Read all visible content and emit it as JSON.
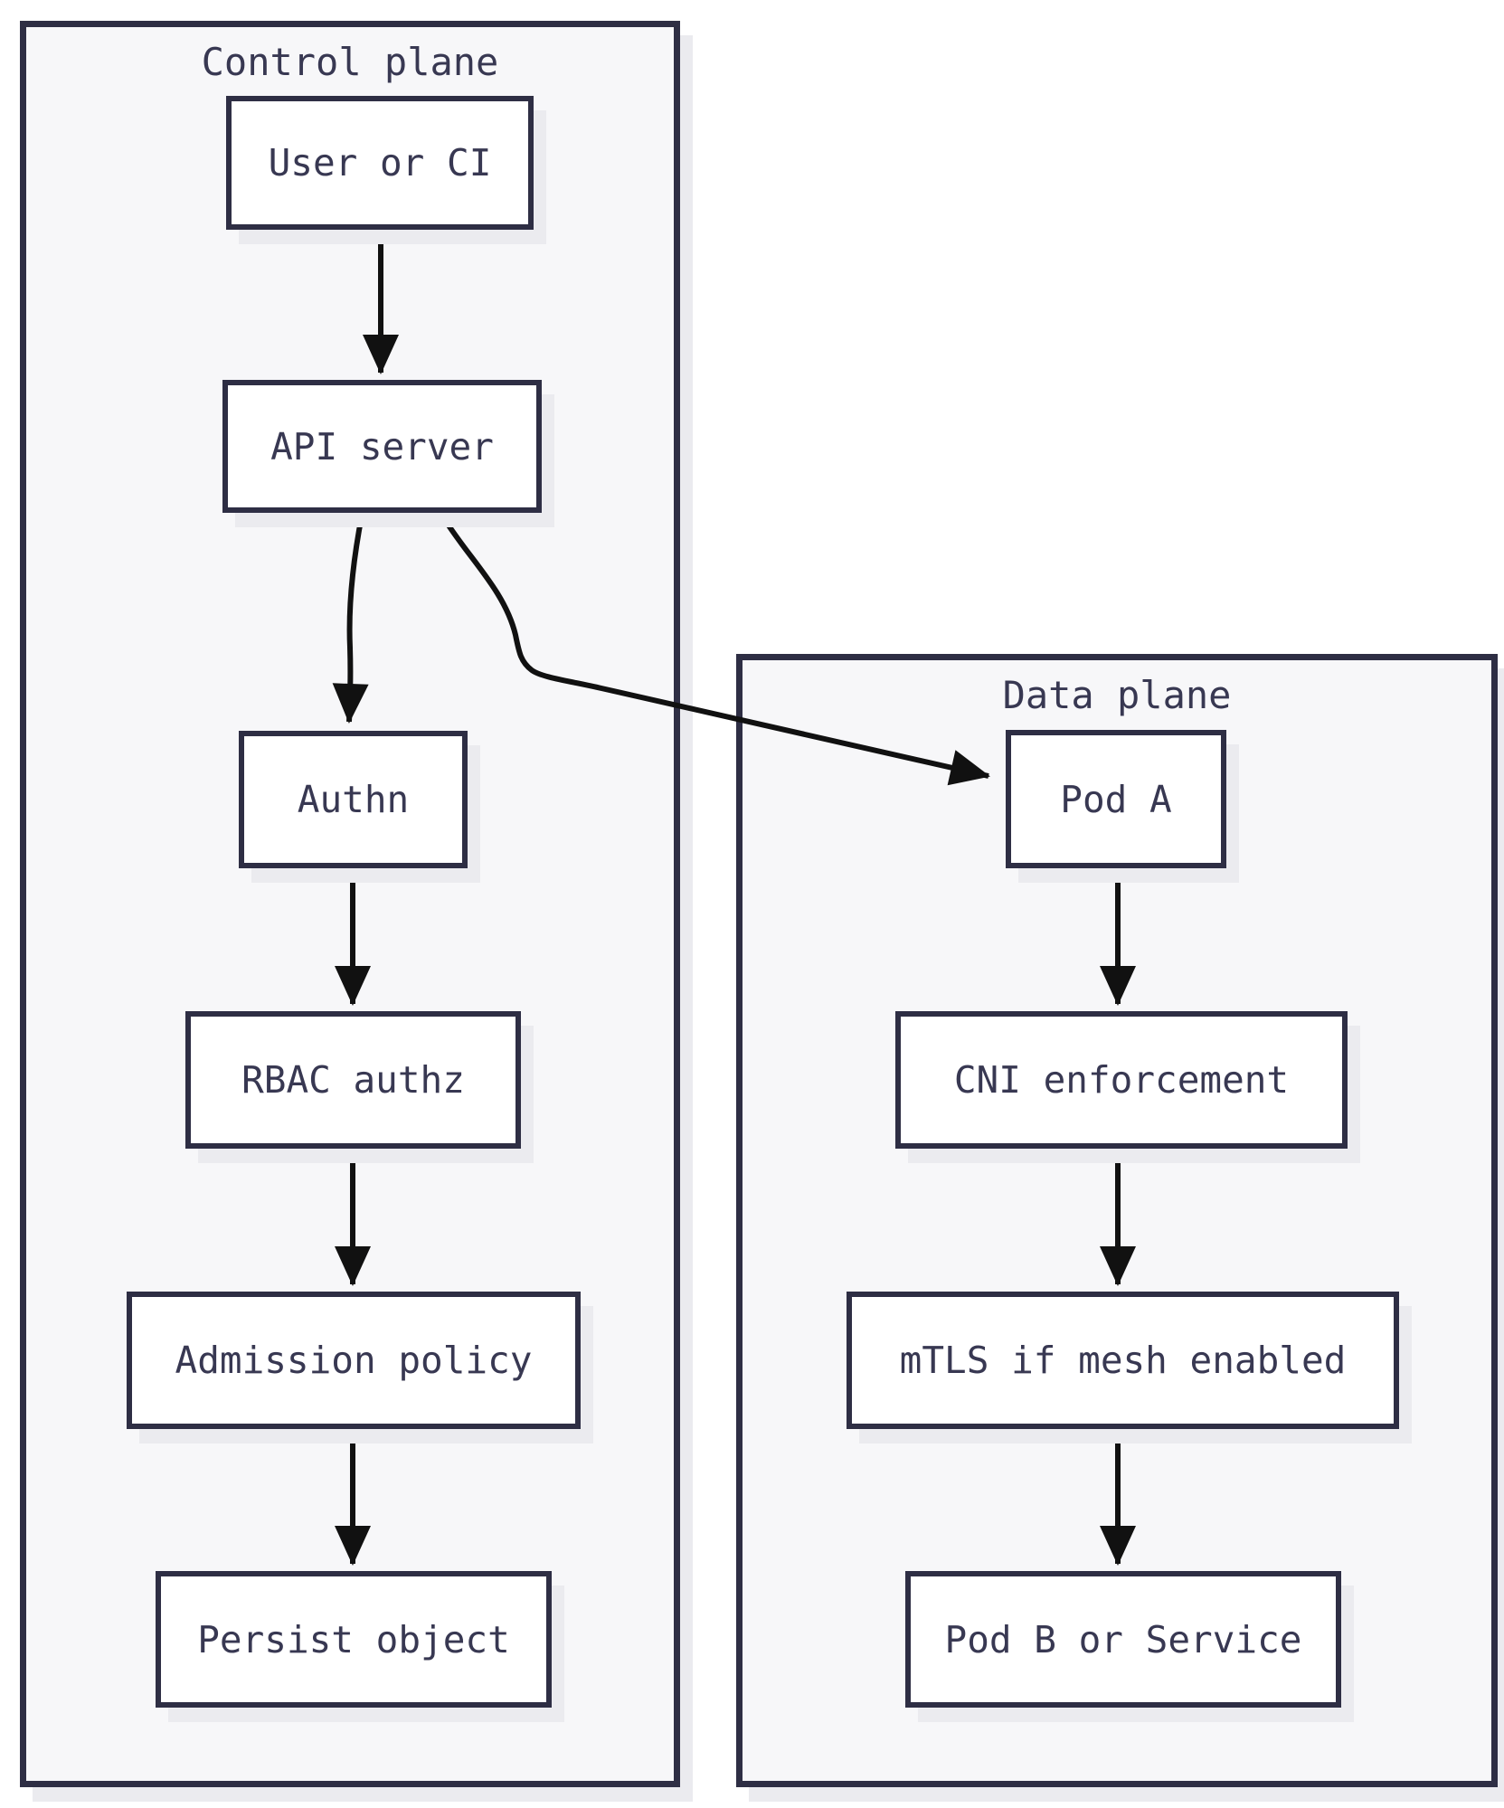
{
  "diagram": {
    "type": "flowchart",
    "containers": {
      "control_plane": {
        "title": "Control plane"
      },
      "data_plane": {
        "title": "Data plane"
      }
    },
    "nodes": {
      "user_ci": {
        "label": "User or CI"
      },
      "api_server": {
        "label": "API server"
      },
      "authn": {
        "label": "Authn"
      },
      "rbac": {
        "label": "RBAC authz"
      },
      "admission": {
        "label": "Admission policy"
      },
      "persist": {
        "label": "Persist object"
      },
      "pod_a": {
        "label": "Pod A"
      },
      "cni": {
        "label": "CNI enforcement"
      },
      "mtls": {
        "label": "mTLS if mesh enabled"
      },
      "pod_b": {
        "label": "Pod B or Service"
      }
    },
    "edges": [
      {
        "from": "user_ci",
        "to": "api_server"
      },
      {
        "from": "api_server",
        "to": "authn"
      },
      {
        "from": "api_server",
        "to": "pod_a"
      },
      {
        "from": "authn",
        "to": "rbac"
      },
      {
        "from": "rbac",
        "to": "admission"
      },
      {
        "from": "admission",
        "to": "persist"
      },
      {
        "from": "pod_a",
        "to": "cni"
      },
      {
        "from": "cni",
        "to": "mtls"
      },
      {
        "from": "mtls",
        "to": "pod_b"
      }
    ],
    "colors": {
      "border": "#2e2e44",
      "text": "#383852",
      "arrow": "#111111",
      "container_fill": "#f7f7f9",
      "node_fill": "#ffffff",
      "shadow": "#ebebef",
      "page_background": "#ffffff"
    }
  }
}
